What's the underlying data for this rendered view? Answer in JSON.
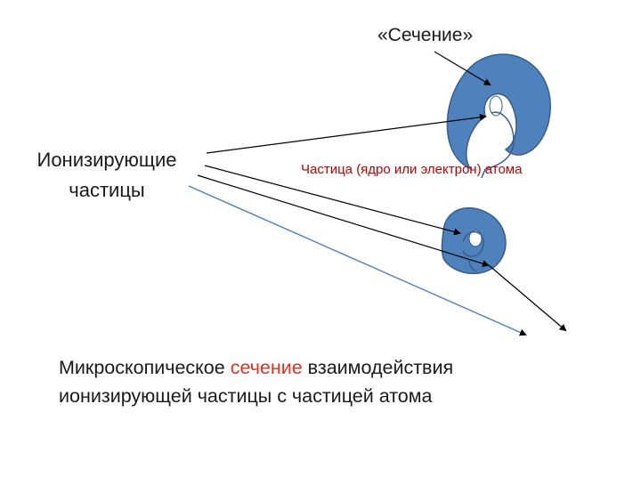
{
  "title_label": "«Сечение»",
  "left_label": {
    "line1": "Ионизирующие",
    "line2": "частицы"
  },
  "particle_label": "Частица (ядро или электрон) атома",
  "caption": {
    "line1_before": "Микроскопическое ",
    "line1_highlight": "сечение",
    "line1_after": " взаимодействия",
    "line2": "ионизирующей частицы с частицей атома"
  },
  "colors": {
    "spiral_fill": "#4f81bd",
    "spiral_stroke": "#385d8a",
    "highlight_text": "#e0301e",
    "particle_text": "#c00000",
    "blue_ray": "#4a7fc1"
  }
}
